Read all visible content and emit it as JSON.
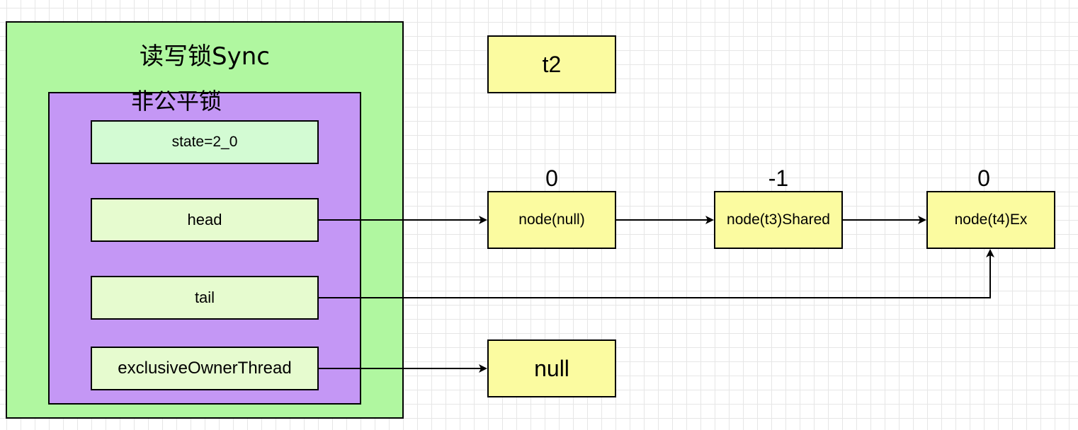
{
  "sync": {
    "title": "读写锁Sync",
    "fair_title": "非公平锁",
    "fields": {
      "state": "state=2_0",
      "head": "head",
      "tail": "tail",
      "owner": "exclusiveOwnerThread"
    }
  },
  "thread_box": {
    "label": "t2"
  },
  "queue": {
    "nodes": [
      {
        "label": "node(null)",
        "wait_status": "0"
      },
      {
        "label": "node(t3)Shared",
        "wait_status": "-1"
      },
      {
        "label": "node(t4)Ex",
        "wait_status": "0"
      }
    ]
  },
  "owner_target": {
    "label": "null"
  },
  "colors": {
    "sync_fill": "#b0f7a0",
    "fair_fill": "#c497f5",
    "field_fill": "#e6fbcf",
    "state_fill": "#d3fbd3",
    "node_fill": "#fbfba0",
    "stroke": "#000000"
  }
}
